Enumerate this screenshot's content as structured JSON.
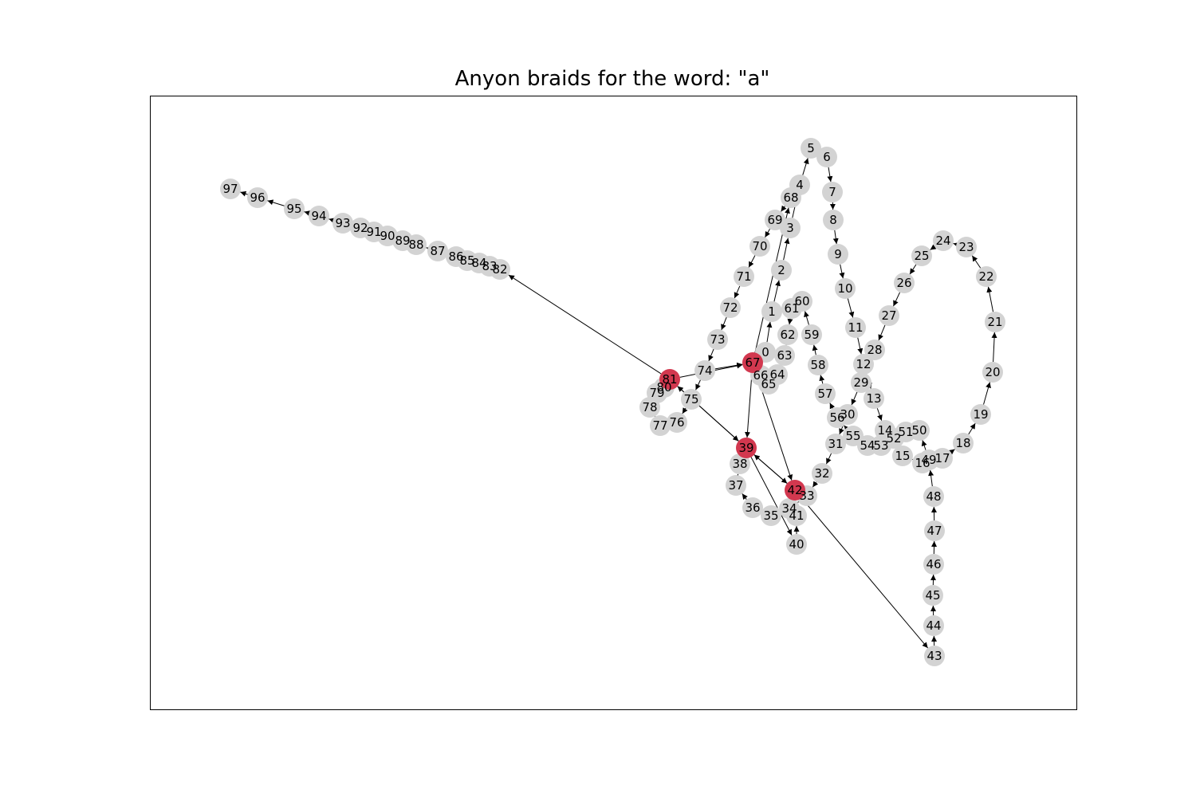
{
  "title": "Anyon braids for the word: \"a\"",
  "colors": {
    "node_default": "#d3d3d3",
    "node_highlight": "#d2384f",
    "edge": "#000000",
    "frame": "#000000"
  },
  "graph": {
    "highlighted": [
      "39",
      "42",
      "67",
      "81"
    ],
    "nodes": [
      "0",
      "1",
      "2",
      "3",
      "4",
      "5",
      "6",
      "7",
      "8",
      "9",
      "10",
      "11",
      "12",
      "13",
      "14",
      "15",
      "16",
      "17",
      "18",
      "19",
      "20",
      "21",
      "22",
      "23",
      "24",
      "25",
      "26",
      "27",
      "28",
      "29",
      "30",
      "31",
      "32",
      "33",
      "34",
      "35",
      "36",
      "37",
      "38",
      "39",
      "40",
      "41",
      "42",
      "43",
      "44",
      "45",
      "46",
      "47",
      "48",
      "49",
      "50",
      "51",
      "52",
      "53",
      "54",
      "55",
      "56",
      "57",
      "58",
      "59",
      "60",
      "61",
      "62",
      "63",
      "64",
      "65",
      "66",
      "67",
      "68",
      "69",
      "70",
      "71",
      "72",
      "73",
      "74",
      "75",
      "76",
      "77",
      "78",
      "79",
      "80",
      "81",
      "82",
      "83",
      "84",
      "85",
      "86",
      "87",
      "88",
      "89",
      "90",
      "91",
      "92",
      "93",
      "94",
      "95",
      "96",
      "97"
    ],
    "edges": [
      [
        "0",
        "1"
      ],
      [
        "1",
        "2"
      ],
      [
        "2",
        "3"
      ],
      [
        "3",
        "4"
      ],
      [
        "4",
        "5"
      ],
      [
        "5",
        "6"
      ],
      [
        "6",
        "7"
      ],
      [
        "7",
        "8"
      ],
      [
        "8",
        "9"
      ],
      [
        "9",
        "10"
      ],
      [
        "10",
        "11"
      ],
      [
        "11",
        "12"
      ],
      [
        "12",
        "13"
      ],
      [
        "13",
        "14"
      ],
      [
        "14",
        "15"
      ],
      [
        "15",
        "16"
      ],
      [
        "16",
        "17"
      ],
      [
        "17",
        "18"
      ],
      [
        "18",
        "19"
      ],
      [
        "19",
        "20"
      ],
      [
        "20",
        "21"
      ],
      [
        "21",
        "22"
      ],
      [
        "22",
        "23"
      ],
      [
        "23",
        "24"
      ],
      [
        "24",
        "25"
      ],
      [
        "25",
        "26"
      ],
      [
        "26",
        "27"
      ],
      [
        "27",
        "28"
      ],
      [
        "28",
        "29"
      ],
      [
        "29",
        "30"
      ],
      [
        "30",
        "31"
      ],
      [
        "31",
        "32"
      ],
      [
        "32",
        "33"
      ],
      [
        "33",
        "34"
      ],
      [
        "34",
        "35"
      ],
      [
        "35",
        "36"
      ],
      [
        "36",
        "37"
      ],
      [
        "37",
        "38"
      ],
      [
        "38",
        "39"
      ],
      [
        "39",
        "40"
      ],
      [
        "40",
        "41"
      ],
      [
        "41",
        "42"
      ],
      [
        "42",
        "43"
      ],
      [
        "43",
        "44"
      ],
      [
        "44",
        "45"
      ],
      [
        "45",
        "46"
      ],
      [
        "46",
        "47"
      ],
      [
        "47",
        "48"
      ],
      [
        "48",
        "49"
      ],
      [
        "49",
        "50"
      ],
      [
        "50",
        "51"
      ],
      [
        "51",
        "52"
      ],
      [
        "52",
        "53"
      ],
      [
        "53",
        "54"
      ],
      [
        "54",
        "55"
      ],
      [
        "55",
        "56"
      ],
      [
        "56",
        "57"
      ],
      [
        "57",
        "58"
      ],
      [
        "58",
        "59"
      ],
      [
        "59",
        "60"
      ],
      [
        "60",
        "61"
      ],
      [
        "61",
        "62"
      ],
      [
        "62",
        "63"
      ],
      [
        "63",
        "64"
      ],
      [
        "64",
        "65"
      ],
      [
        "65",
        "66"
      ],
      [
        "66",
        "67"
      ],
      [
        "67",
        "68"
      ],
      [
        "68",
        "69"
      ],
      [
        "69",
        "70"
      ],
      [
        "70",
        "71"
      ],
      [
        "71",
        "72"
      ],
      [
        "72",
        "73"
      ],
      [
        "73",
        "74"
      ],
      [
        "74",
        "75"
      ],
      [
        "75",
        "76"
      ],
      [
        "76",
        "77"
      ],
      [
        "77",
        "78"
      ],
      [
        "78",
        "79"
      ],
      [
        "79",
        "80"
      ],
      [
        "80",
        "81"
      ],
      [
        "81",
        "82"
      ],
      [
        "82",
        "83"
      ],
      [
        "83",
        "84"
      ],
      [
        "84",
        "85"
      ],
      [
        "85",
        "86"
      ],
      [
        "86",
        "87"
      ],
      [
        "87",
        "88"
      ],
      [
        "88",
        "89"
      ],
      [
        "89",
        "90"
      ],
      [
        "90",
        "91"
      ],
      [
        "91",
        "92"
      ],
      [
        "92",
        "93"
      ],
      [
        "93",
        "94"
      ],
      [
        "94",
        "95"
      ],
      [
        "95",
        "96"
      ],
      [
        "96",
        "97"
      ],
      [
        "67",
        "39"
      ],
      [
        "67",
        "42"
      ],
      [
        "39",
        "42"
      ],
      [
        "42",
        "39"
      ],
      [
        "81",
        "39"
      ],
      [
        "39",
        "81"
      ],
      [
        "74",
        "67"
      ],
      [
        "81",
        "67"
      ]
    ]
  }
}
